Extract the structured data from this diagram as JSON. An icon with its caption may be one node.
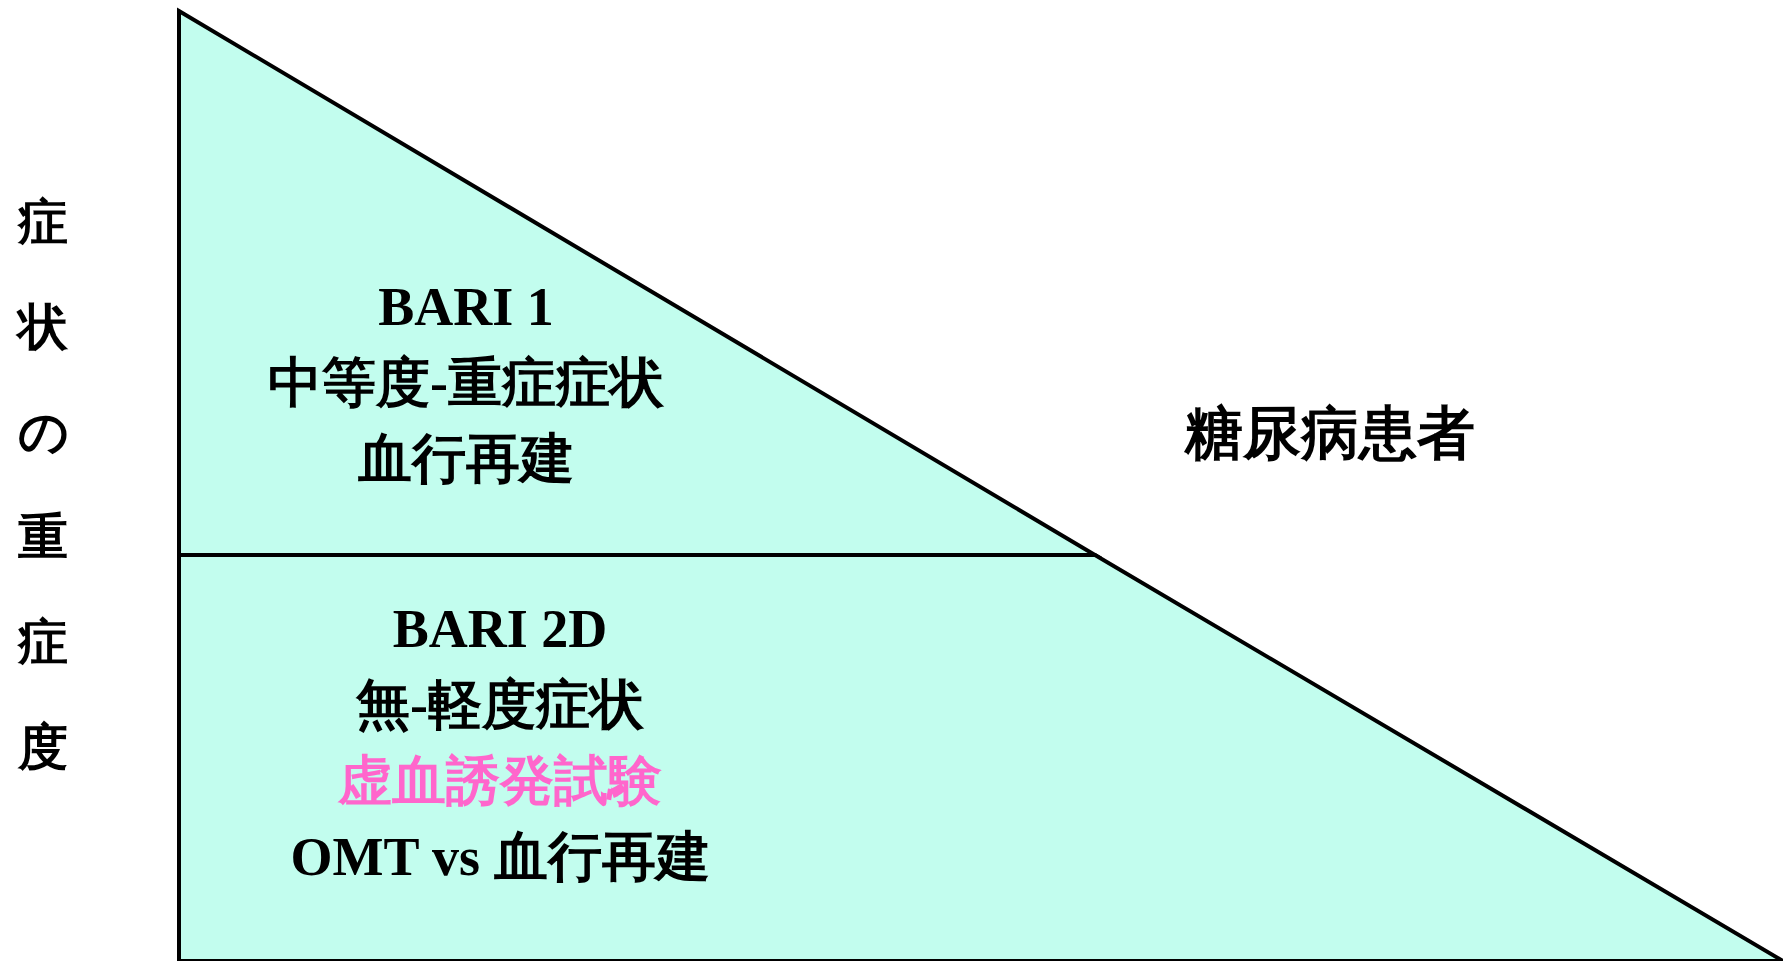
{
  "diagram": {
    "nodes": [
      {
        "text": [
          "BARI 1",
          "中等度-重症症状",
          "血行再建"
        ]
      },
      {
        "text": [
          "BARI 2D",
          "無-軽度症状",
          "虚血誘発試験",
          "OMT vs 血行再建"
        ]
      }
    ],
    "labels": [
      "症状の重症度",
      "糖尿病患者"
    ]
  }
}
